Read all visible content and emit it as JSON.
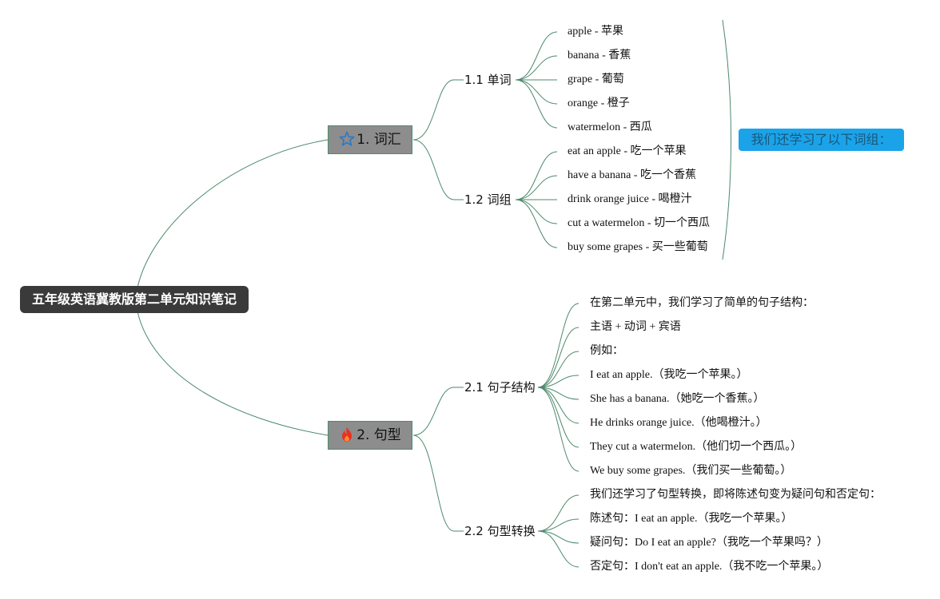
{
  "root": {
    "title": "五年级英语冀教版第二单元知识笔记"
  },
  "branches": [
    {
      "label": "1. 词汇",
      "icon": "star-icon",
      "subs": [
        {
          "label": "1.1 单词",
          "leaves": [
            "apple - 苹果",
            "banana - 香蕉",
            "grape - 葡萄",
            "orange - 橙子",
            "watermelon - 西瓜"
          ]
        },
        {
          "label": "1.2 词组",
          "leaves": [
            "eat an apple - 吃一个苹果",
            "have a banana - 吃一个香蕉",
            "drink orange juice - 喝橙汁",
            "cut a watermelon - 切一个西瓜",
            "buy some grapes - 买一些葡萄"
          ]
        }
      ]
    },
    {
      "label": "2. 句型",
      "icon": "fire-icon",
      "subs": [
        {
          "label": "2.1 句子结构",
          "leaves": [
            "在第二单元中，我们学习了简单的句子结构：",
            "主语 + 动词 + 宾语",
            "例如：",
            "I eat an apple.（我吃一个苹果。）",
            "She has a banana.（她吃一个香蕉。）",
            "He drinks orange juice.（他喝橙汁。）",
            "They cut a watermelon.（他们切一个西瓜。）",
            "We buy some grapes.（我们买一些葡萄。）"
          ]
        },
        {
          "label": "2.2 句型转换",
          "leaves": [
            "我们还学习了句型转换，即将陈述句变为疑问句和否定句：",
            "陈述句：I eat an apple.（我吃一个苹果。）",
            "疑问句：Do I eat an apple?（我吃一个苹果吗？）",
            "否定句：I don't eat an apple.（我不吃一个苹果。）"
          ]
        }
      ]
    }
  ],
  "summary": {
    "label": "我们还学习了以下词组："
  },
  "colors": {
    "link": "#4d8a6c",
    "root_bg": "#3a3a3a",
    "main_bg": "#8d8d8d",
    "summary_bg": "#1ba3ea"
  }
}
